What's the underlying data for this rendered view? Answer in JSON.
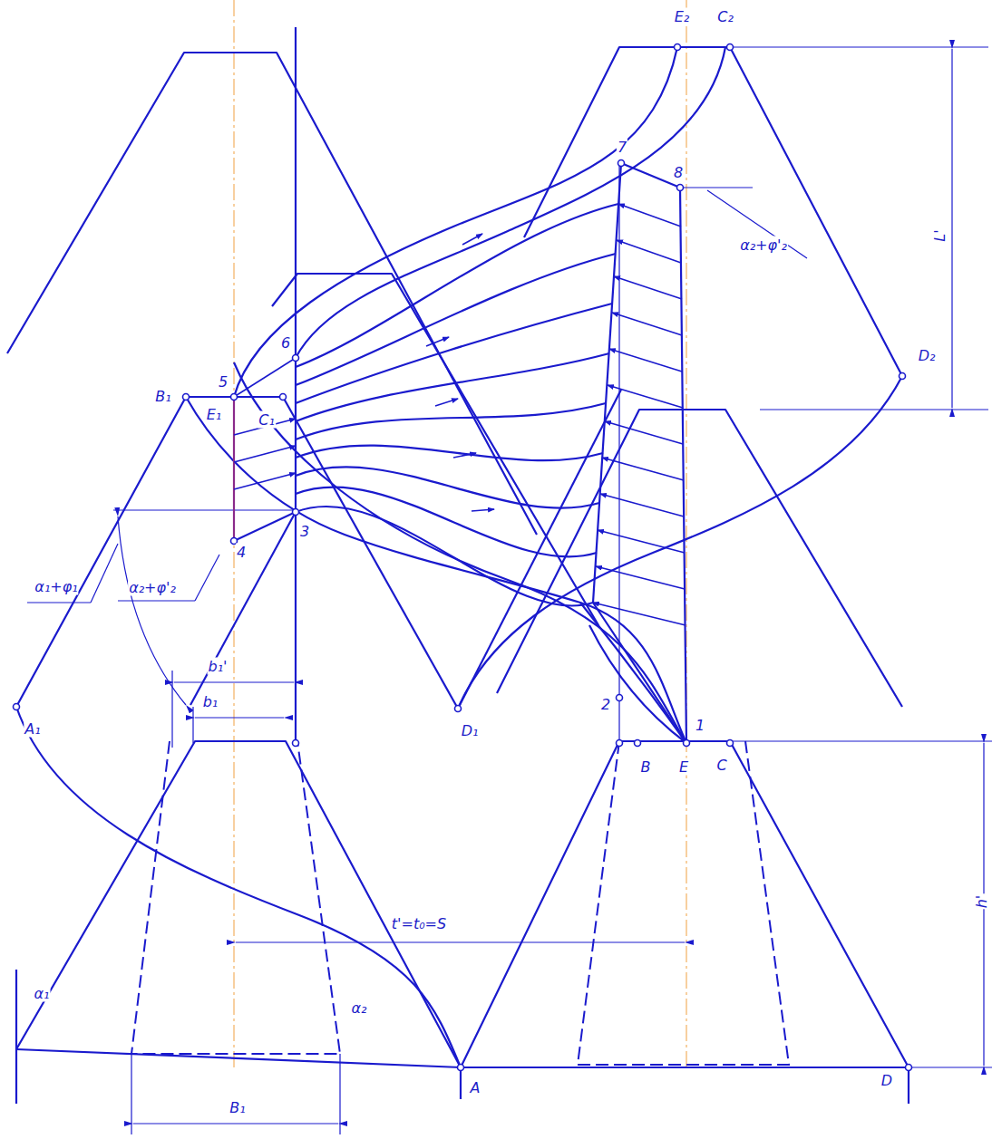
{
  "diagram": {
    "labels": [
      "E₂",
      "C₂",
      "7",
      "8",
      "α₂+φ'₂",
      "L'",
      "D₂",
      "B₁",
      "5",
      "E₁",
      "C₁",
      "6",
      "3",
      "4",
      "α₁+φ₁",
      "α₂+φ'₂",
      "b₁'",
      "b₁",
      "A₁",
      "D₁",
      "2",
      "1",
      "B",
      "E",
      "C",
      "h'",
      "t'=t₀=S",
      "α₁",
      "α₂",
      "A",
      "D",
      "B₁"
    ]
  }
}
